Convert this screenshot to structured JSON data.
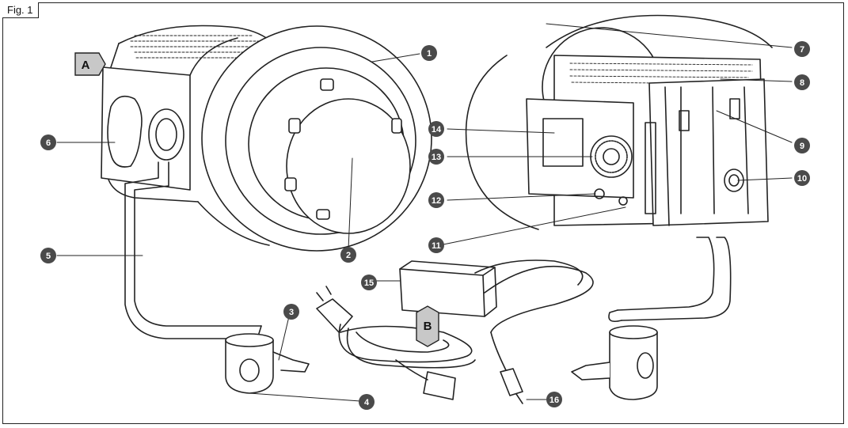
{
  "figure_label": "Fig. 1",
  "view_tags": [
    "A",
    "B"
  ],
  "callouts": [
    "1",
    "2",
    "3",
    "4",
    "5",
    "6",
    "7",
    "8",
    "9",
    "10",
    "11",
    "12",
    "13",
    "14",
    "15",
    "16"
  ],
  "colors": {
    "line": "#222222",
    "callout_fill": "#4a4a4a",
    "tag_fill": "#c8c8c8",
    "body_fill": "#ffffff"
  }
}
